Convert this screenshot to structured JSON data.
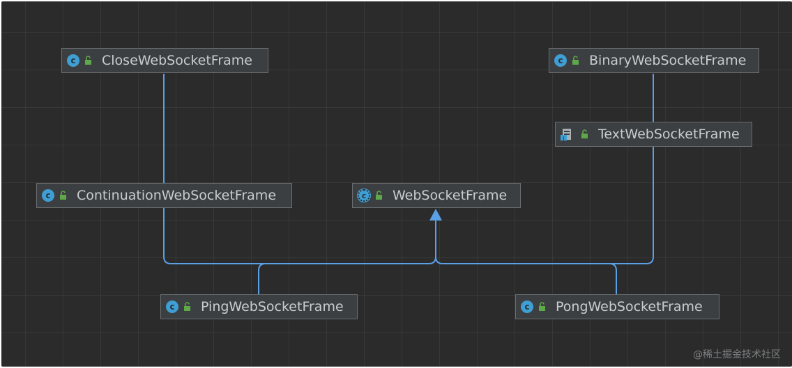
{
  "diagram": {
    "nodes": {
      "close": {
        "label": "CloseWebSocketFrame",
        "icon": "class-icon"
      },
      "binary": {
        "label": "BinaryWebSocketFrame",
        "icon": "class-icon"
      },
      "text": {
        "label": "TextWebSocketFrame",
        "icon": "class-file-icon"
      },
      "continuation": {
        "label": "ContinuationWebSocketFrame",
        "icon": "class-icon"
      },
      "base": {
        "label": "WebSocketFrame",
        "icon": "abstract-class-icon"
      },
      "ping": {
        "label": "PingWebSocketFrame",
        "icon": "class-icon"
      },
      "pong": {
        "label": "PongWebSocketFrame",
        "icon": "class-icon"
      }
    },
    "class_icon_glyph": "c",
    "edges": [
      {
        "from": "close",
        "to": "base"
      },
      {
        "from": "binary",
        "to": "base"
      },
      {
        "from": "ping",
        "to": "base"
      },
      {
        "from": "pong",
        "to": "base"
      }
    ],
    "colors": {
      "background": "#2b2b2b",
      "node_fill": "#3c3f41",
      "edge": "#5b9fe6",
      "class_icon": "#3f9fd4",
      "lock_icon": "#5fa84a"
    }
  },
  "watermark": "@稀土掘金技术社区"
}
